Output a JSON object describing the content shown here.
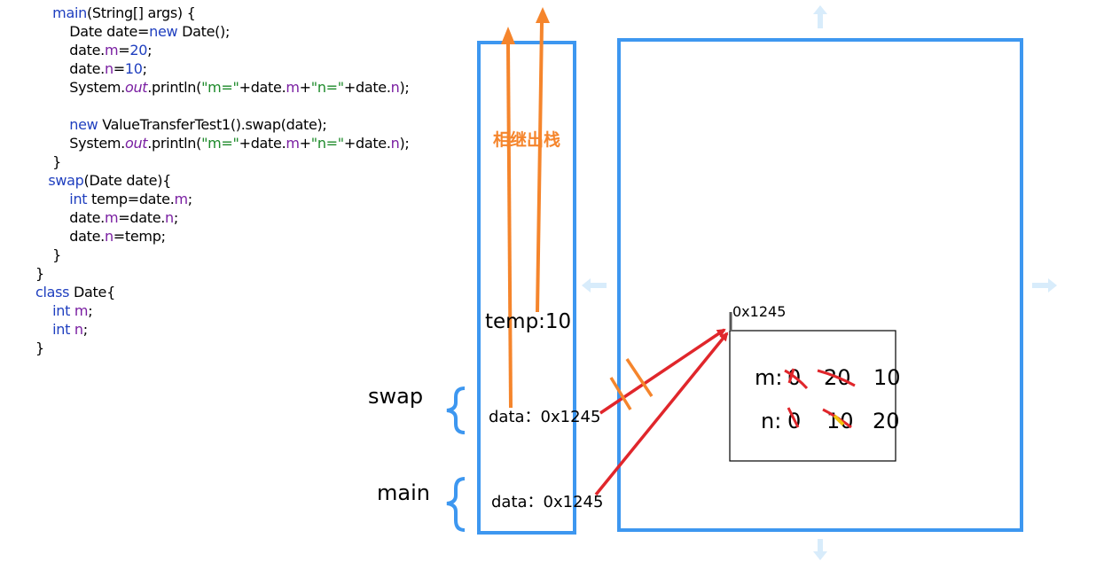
{
  "code": {
    "lines": [
      [
        {
          "t": "    "
        },
        {
          "t": "main",
          "c": "fld-plain"
        },
        {
          "t": "(String[] args) {"
        }
      ],
      [
        {
          "t": "        Date date="
        },
        {
          "t": "new",
          "c": "kw"
        },
        {
          "t": " Date();"
        }
      ],
      [
        {
          "t": "        date."
        },
        {
          "t": "m",
          "c": "fld"
        },
        {
          "t": "="
        },
        {
          "t": "20",
          "c": "num"
        },
        {
          "t": ";"
        }
      ],
      [
        {
          "t": "        date."
        },
        {
          "t": "n",
          "c": "fld"
        },
        {
          "t": "="
        },
        {
          "t": "10",
          "c": "num"
        },
        {
          "t": ";"
        }
      ],
      [
        {
          "t": "        System."
        },
        {
          "t": "out",
          "c": "ital"
        },
        {
          "t": ".println("
        },
        {
          "t": "\"m=\"",
          "c": "str"
        },
        {
          "t": "+date."
        },
        {
          "t": "m",
          "c": "fld"
        },
        {
          "t": "+"
        },
        {
          "t": "\"n=\"",
          "c": "str"
        },
        {
          "t": "+date."
        },
        {
          "t": "n",
          "c": "fld"
        },
        {
          "t": ");"
        }
      ],
      [
        {
          "t": ""
        }
      ],
      [
        {
          "t": "        "
        },
        {
          "t": "new",
          "c": "kw"
        },
        {
          "t": " ValueTransferTest1().swap(date);"
        }
      ],
      [
        {
          "t": "        System."
        },
        {
          "t": "out",
          "c": "ital"
        },
        {
          "t": ".println("
        },
        {
          "t": "\"m=\"",
          "c": "str"
        },
        {
          "t": "+date."
        },
        {
          "t": "m",
          "c": "fld"
        },
        {
          "t": "+"
        },
        {
          "t": "\"n=\"",
          "c": "str"
        },
        {
          "t": "+date."
        },
        {
          "t": "n",
          "c": "fld"
        },
        {
          "t": ");"
        }
      ],
      [
        {
          "t": "    }"
        }
      ],
      [
        {
          "t": "   "
        },
        {
          "t": "swap",
          "c": "fld-plain"
        },
        {
          "t": "(Date date){"
        }
      ],
      [
        {
          "t": "        "
        },
        {
          "t": "int",
          "c": "kw"
        },
        {
          "t": " temp=date."
        },
        {
          "t": "m",
          "c": "fld"
        },
        {
          "t": ";"
        }
      ],
      [
        {
          "t": "        date."
        },
        {
          "t": "m",
          "c": "fld"
        },
        {
          "t": "=date."
        },
        {
          "t": "n",
          "c": "fld"
        },
        {
          "t": ";"
        }
      ],
      [
        {
          "t": "        date."
        },
        {
          "t": "n",
          "c": "fld"
        },
        {
          "t": "=temp;"
        }
      ],
      [
        {
          "t": "    }"
        }
      ],
      [
        {
          "t": "}"
        }
      ],
      [
        {
          "t": "class",
          "c": "kw"
        },
        {
          "t": " Date{"
        }
      ],
      [
        {
          "t": "    "
        },
        {
          "t": "int",
          "c": "kw"
        },
        {
          "t": " "
        },
        {
          "t": "m",
          "c": "fld"
        },
        {
          "t": ";"
        }
      ],
      [
        {
          "t": "    "
        },
        {
          "t": "int",
          "c": "kw"
        },
        {
          "t": " "
        },
        {
          "t": "n",
          "c": "fld"
        },
        {
          "t": ";"
        }
      ],
      [
        {
          "t": "}"
        }
      ]
    ]
  },
  "stack": {
    "pop_label": "相继出栈",
    "temp_label": "temp:10",
    "swap_frame_label": "swap",
    "main_frame_label": "main",
    "swap_data": "data：0x1245",
    "main_data": "data：0x1245"
  },
  "heap": {
    "address": "0x1245",
    "m_label": "m:",
    "n_label": "n:",
    "m_values": [
      "0",
      "20",
      "10"
    ],
    "n_values": [
      "0",
      "10",
      "20"
    ]
  },
  "colors": {
    "frame_blue": "#3d97f0",
    "arrow_orange": "#f5852c",
    "arrow_red": "#e0262b",
    "faint_arrow": "#d8ecfb",
    "keyword_blue": "#1f3fbf",
    "field_purple": "#7a1fa2",
    "string_green": "#1d8a2a"
  }
}
